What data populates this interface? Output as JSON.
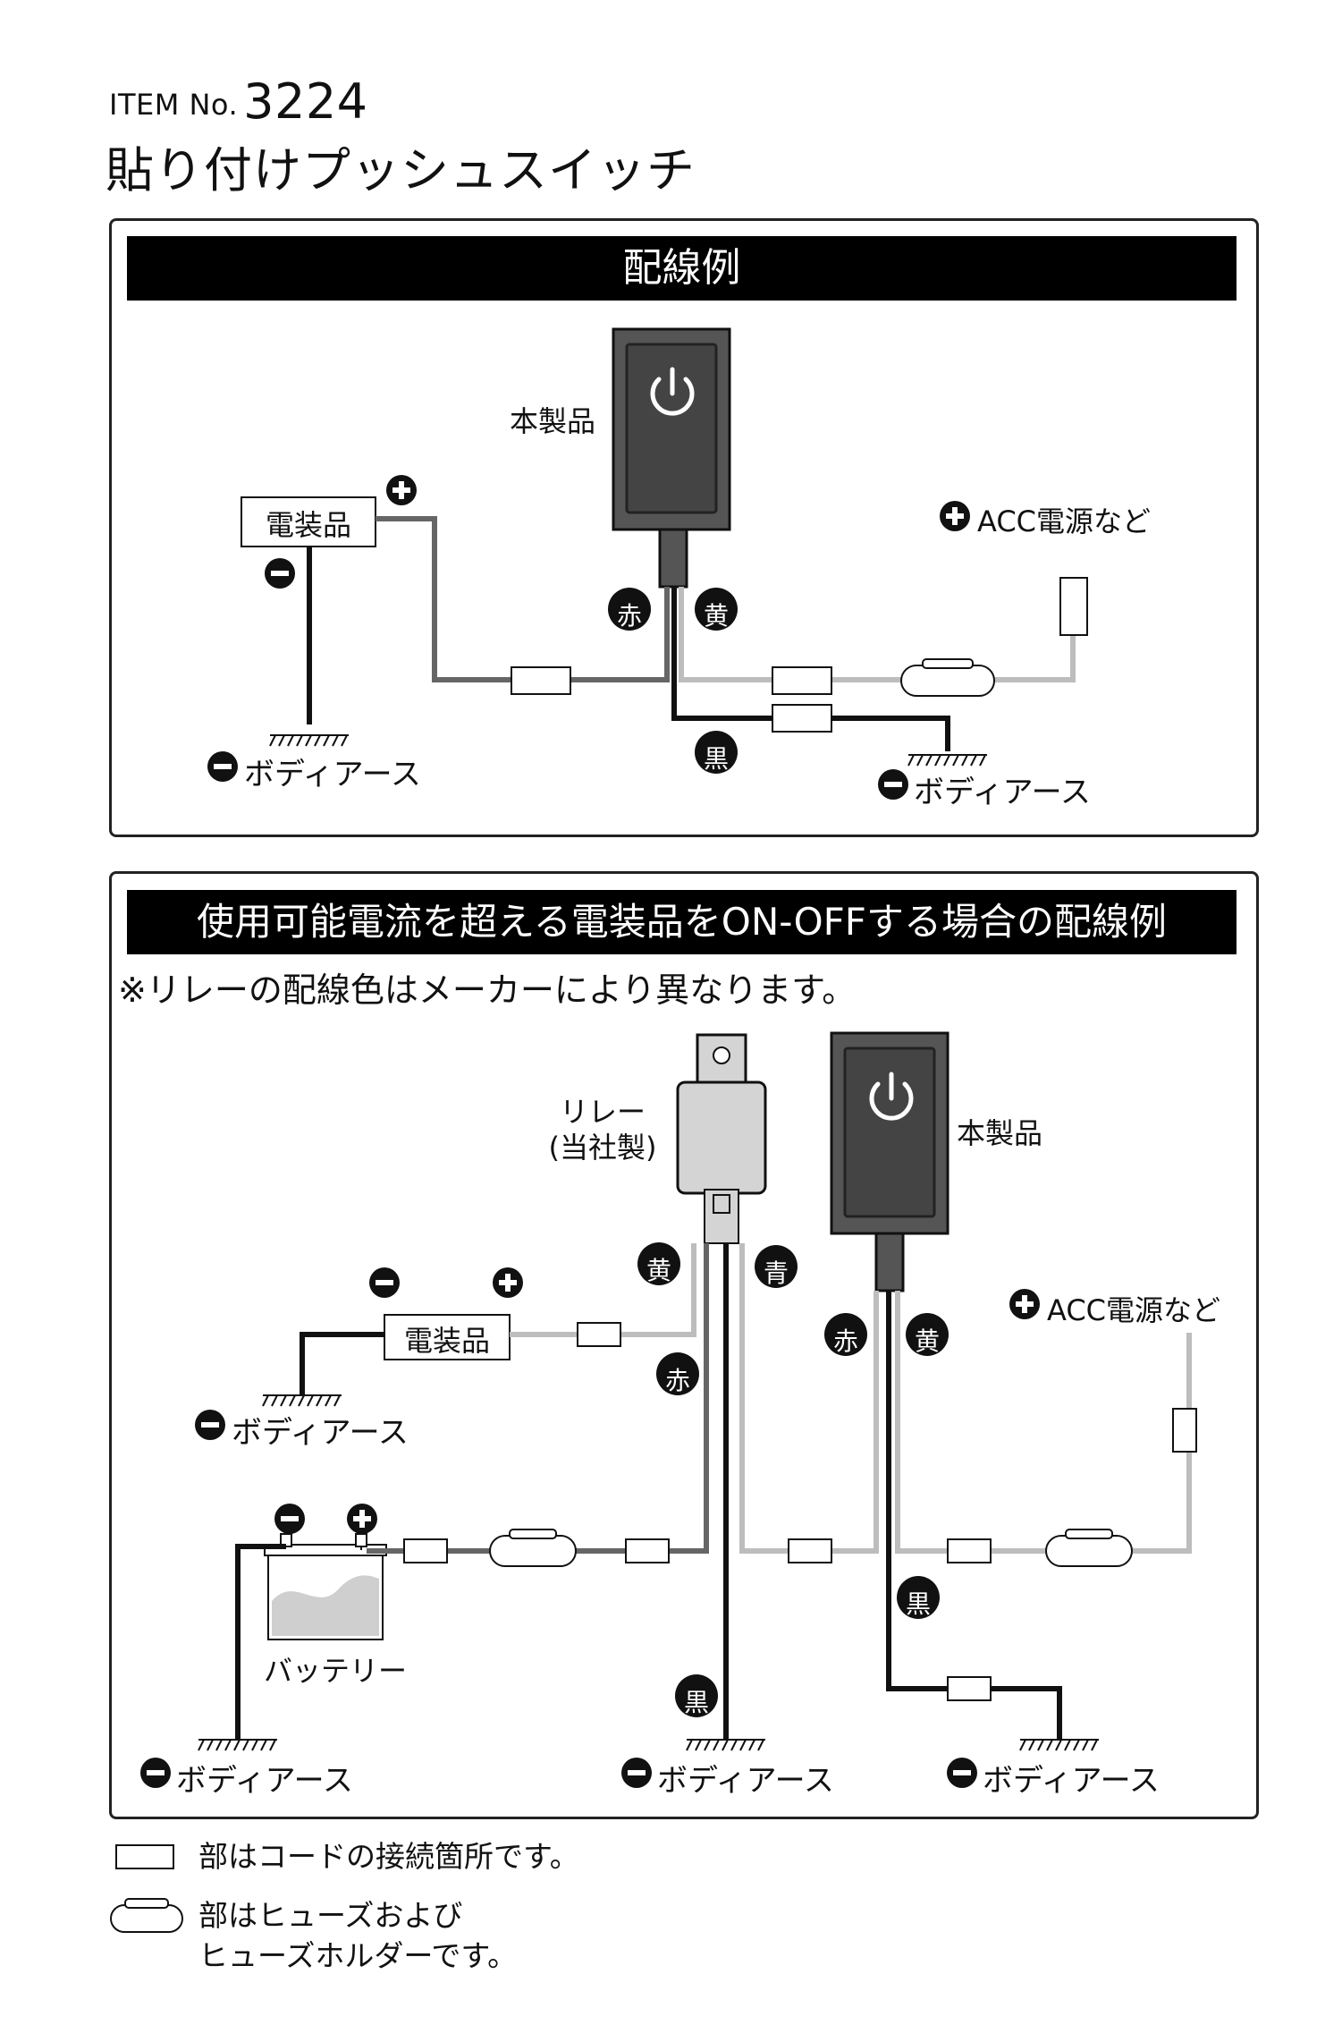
{
  "header": {
    "item_prefix": "ITEM No.",
    "item_number": "3224",
    "product_name": "貼り付けプッシュスイッチ"
  },
  "panel1": {
    "title": "配線例",
    "labels": {
      "product": "本製品",
      "device": "電装品",
      "acc": "ACC電源など",
      "ground_left": "ボディアース",
      "ground_right": "ボディアース",
      "wire_red": "赤",
      "wire_yellow": "黄",
      "wire_black": "黒"
    }
  },
  "panel2": {
    "title": "使用可能電流を超える電装品をON-OFFする場合の配線例",
    "note": "※リレーの配線色はメーカーにより異なります。",
    "labels": {
      "relay": "リレー",
      "relay_sub": "(当社製)",
      "product": "本製品",
      "device": "電装品",
      "acc": "ACC電源など",
      "battery": "バッテリー",
      "ground_device": "ボディアース",
      "ground_battery": "ボディアース",
      "ground_relay": "ボディアース",
      "ground_switch": "ボディアース",
      "wire_relay_yellow": "黄",
      "wire_relay_blue": "青",
      "wire_relay_red": "赤",
      "wire_relay_black": "黒",
      "wire_switch_red": "赤",
      "wire_switch_yellow": "黄",
      "wire_switch_black": "黒"
    }
  },
  "legend": {
    "connector_text": "部はコードの接続箇所です。",
    "fuse_text_line1": "部はヒューズおよび",
    "fuse_text_line2": "ヒューズホルダーです。"
  },
  "colors": {
    "black": "#111111",
    "wire_dark_gray": "#666666",
    "wire_light_gray": "#bdbdbd",
    "switch_body": "#555555",
    "relay_body": "#d4d4d4"
  },
  "icons": [
    "plus-circle-icon",
    "minus-circle-icon",
    "power-icon",
    "ground-hatch-icon"
  ]
}
